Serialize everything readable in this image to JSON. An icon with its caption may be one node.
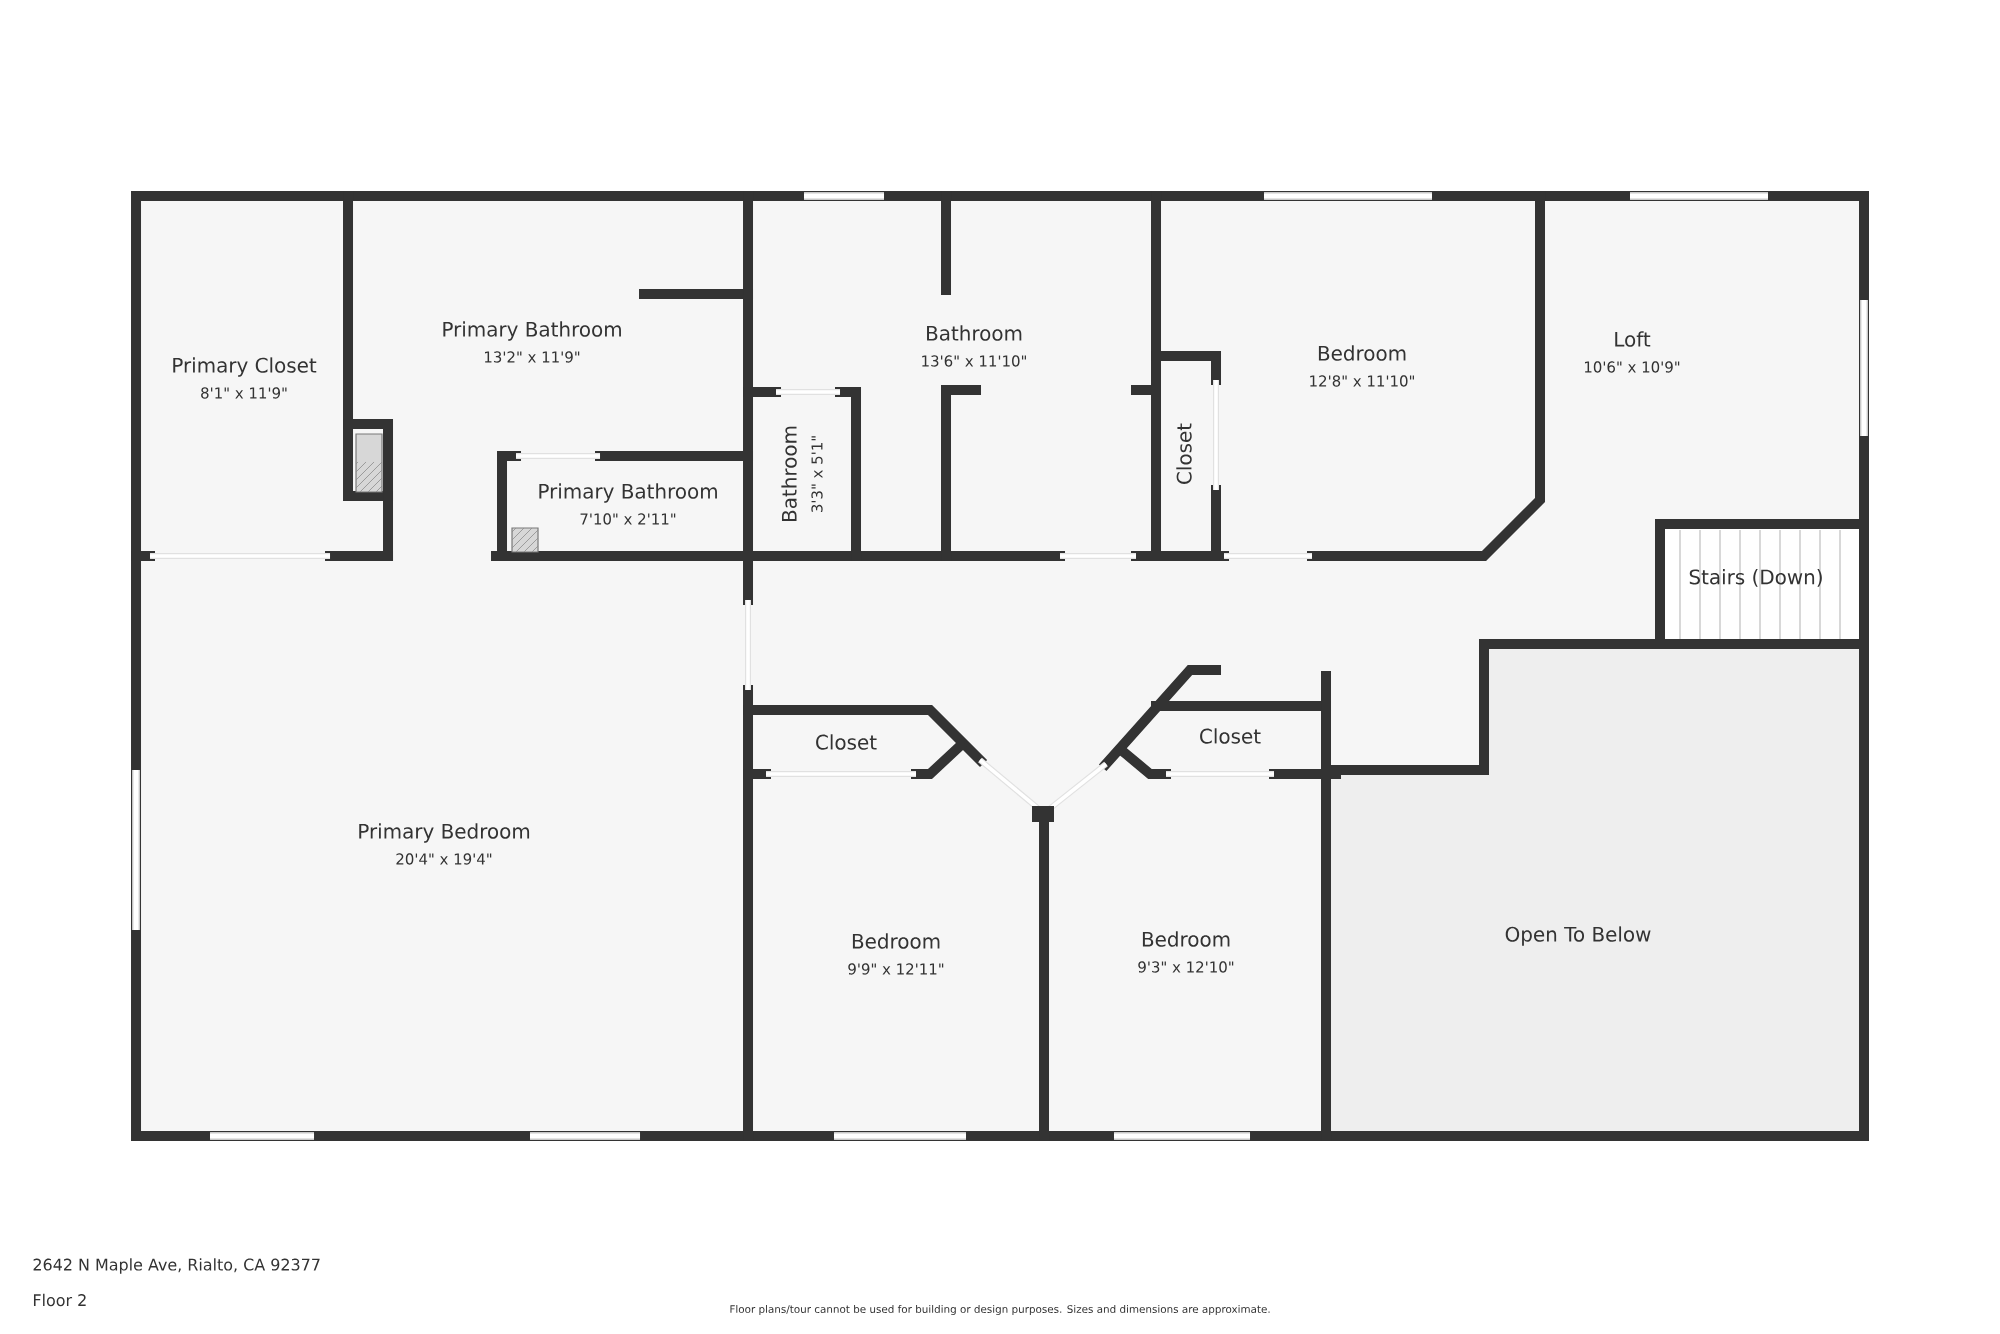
{
  "diagram": {
    "nodes": [
      {
        "text": [
          "Primary Closet",
          "8'1\" x 11'9\""
        ]
      },
      {
        "text": [
          "Primary Bathroom",
          "13'2\" x 11'9\""
        ]
      },
      {
        "text": [
          "Primary Bathroom",
          "7'10\" x 2'11\""
        ]
      },
      {
        "text": [
          "Bathroom",
          "3'3\" x 5'1\""
        ]
      },
      {
        "text": [
          "Bathroom",
          "13'6\" x 11'10\""
        ]
      },
      {
        "text": [
          "Closet"
        ]
      },
      {
        "text": [
          "Bedroom",
          "12'8\" x 11'10\""
        ]
      },
      {
        "text": [
          "Loft",
          "10'6\" x 10'9\""
        ]
      },
      {
        "text": [
          "Stairs (Down)"
        ]
      },
      {
        "text": [
          "Primary Bedroom",
          "20'4\" x 19'4\""
        ]
      },
      {
        "text": [
          "Closet"
        ]
      },
      {
        "text": [
          "Closet"
        ]
      },
      {
        "text": [
          "Bedroom",
          "9'9\" x 12'11\""
        ]
      },
      {
        "text": [
          "Bedroom",
          "9'3\" x 12'10\""
        ]
      },
      {
        "text": [
          "Open To Below"
        ]
      }
    ],
    "labels": [
      "2642 N Maple Ave, Rialto, CA 92377",
      "Floor 2",
      "Floor plans/tour cannot be used for building or design purposes. Sizes and dimensions are approximate."
    ]
  }
}
